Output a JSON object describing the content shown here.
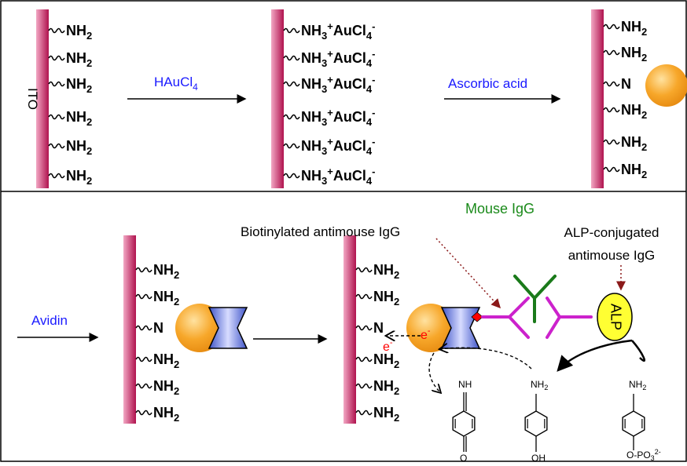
{
  "top_row": {
    "electrode_label": "ITO",
    "step1_reagent": "HAuCl",
    "step1_reagent_sub": "4",
    "step2_reagent": "Ascorbic acid",
    "amine": {
      "base": "NH",
      "sub": "2"
    },
    "complex": {
      "base": "NH",
      "sub": "3",
      "sup": "+",
      "anion": "AuCl",
      "anion_sub": "4",
      "anion_sup": "-"
    },
    "bound_n": "N"
  },
  "bottom_row": {
    "step3_reagent": "Avidin",
    "labels": {
      "mouse_igg": "Mouse IgG",
      "biotinylated": "Biotinylated antimouse IgG",
      "alp_conj_line1": "ALP-conjugated",
      "alp_conj_line2": "antimouse IgG",
      "alp": "ALP"
    },
    "electron": {
      "base": "e",
      "sup": "-"
    },
    "molecules": {
      "imine": "NH",
      "carbonyl": "O",
      "amine_top": {
        "base": "NH",
        "sub": "2"
      },
      "hydroxyl": "OH",
      "phosphate": {
        "base": "O-PO",
        "sub": "3",
        "sup": "2-"
      }
    }
  },
  "colors": {
    "electrode": "#c2185b",
    "gold": "#f5a020",
    "avidin": "#5b6fd8",
    "antibody_purple": "#cc22cc",
    "antibody_green": "#1a7a1a",
    "alp_fill": "#ffff33",
    "reagent_text": "#1a1aff",
    "mouse_label": "#1a8a1a",
    "electron_text": "#ff0000",
    "pointer_arrow": "#8b1a1a"
  }
}
